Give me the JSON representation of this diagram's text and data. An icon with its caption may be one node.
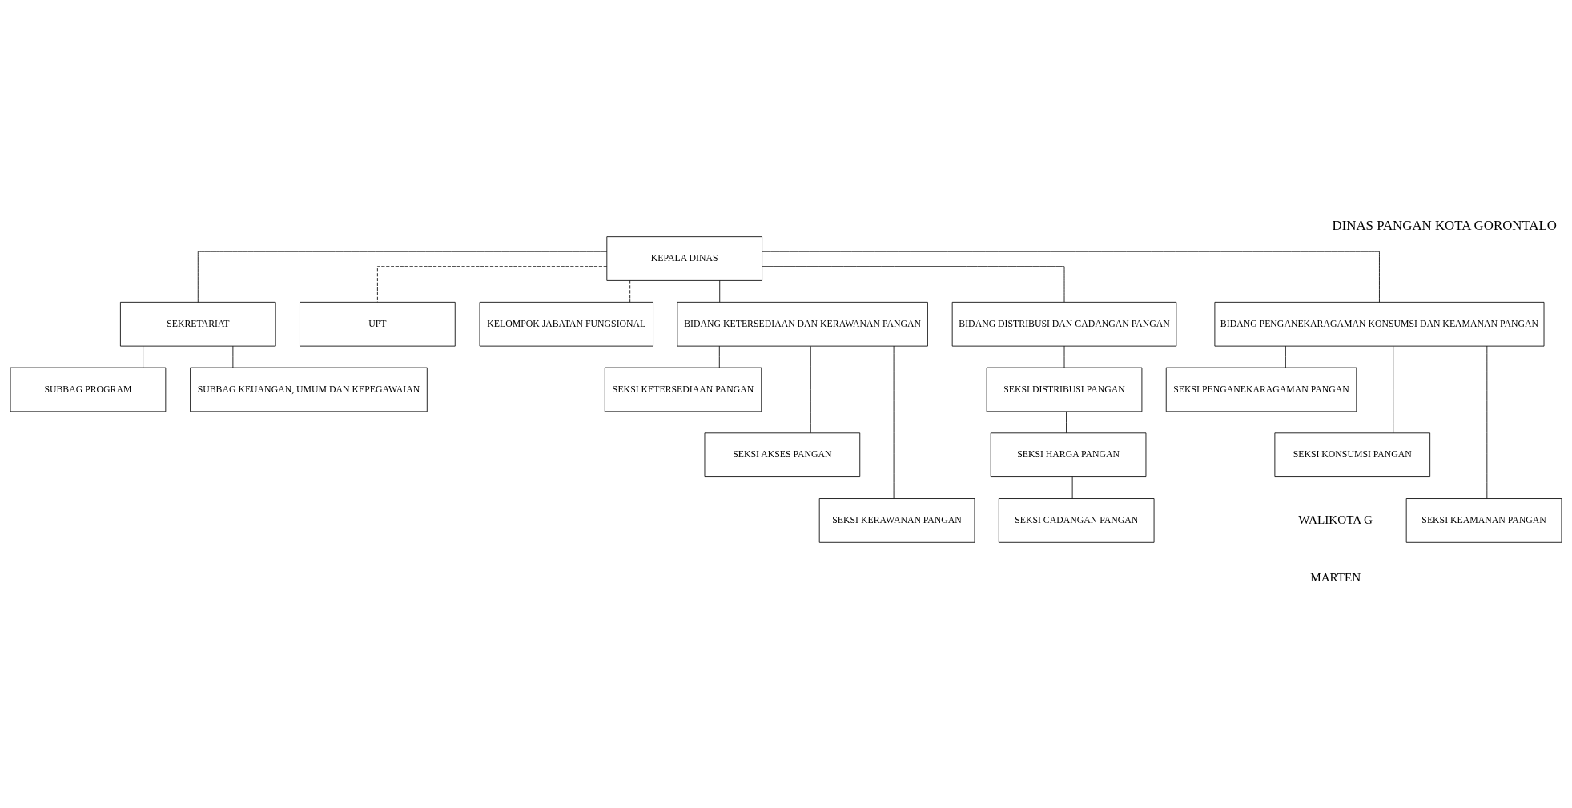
{
  "diagram": {
    "title": "DINAS PANGAN KOTA GORONTALO",
    "nodes": [
      {
        "text": [
          "KEPALA DINAS"
        ]
      },
      {
        "text": [
          "SEKRETARIAT"
        ]
      },
      {
        "text": [
          "UPT"
        ]
      },
      {
        "text": [
          "KELOMPOK JABATAN FUNGSIONAL"
        ]
      },
      {
        "text": [
          "SUBBAG PROGRAM"
        ]
      },
      {
        "text": [
          "SUBBAG KEUANGAN, UMUM DAN KEPEGAWAIAN"
        ]
      },
      {
        "text": [
          "BIDANG KETERSEDIAAN DAN KERAWANAN PANGAN"
        ]
      },
      {
        "text": [
          "BIDANG DISTRIBUSI DAN CADANGAN PANGAN"
        ]
      },
      {
        "text": [
          "BIDANG PENGANEKARAGAMAN KONSUMSI DAN KEAMANAN PANGAN"
        ]
      },
      {
        "text": [
          "SEKSI KETERSEDIAAN PANGAN"
        ]
      },
      {
        "text": [
          "SEKSI DISTRIBUSI PANGAN"
        ]
      },
      {
        "text": [
          "SEKSI PENGANEKARAGAMAN PANGAN"
        ]
      },
      {
        "text": [
          "SEKSI AKSES PANGAN"
        ]
      },
      {
        "text": [
          "SEKSI HARGA PANGAN"
        ]
      },
      {
        "text": [
          "SEKSI KONSUMSI PANGAN"
        ]
      },
      {
        "text": [
          "SEKSI KERAWANAN PANGAN"
        ]
      },
      {
        "text": [
          "SEKSI CADANGAN PANGAN"
        ]
      },
      {
        "text": [
          "SEKSI KEAMANAN PANGAN"
        ]
      }
    ],
    "edges": [
      {
        "from": 0,
        "to": 1,
        "arrow": "none"
      },
      {
        "from": 0,
        "to": 2,
        "arrow": "none",
        "style": "dashed"
      },
      {
        "from": 0,
        "to": 3,
        "arrow": "none",
        "style": "dashed"
      },
      {
        "from": 1,
        "to": 4,
        "arrow": "none"
      },
      {
        "from": 1,
        "to": 5,
        "arrow": "none"
      },
      {
        "from": 0,
        "to": 6,
        "arrow": "none"
      },
      {
        "from": 0,
        "to": 7,
        "arrow": "none"
      },
      {
        "from": 0,
        "to": 8,
        "arrow": "none"
      },
      {
        "from": 6,
        "to": 9,
        "arrow": "none"
      },
      {
        "from": 6,
        "to": 12,
        "arrow": "none"
      },
      {
        "from": 6,
        "to": 15,
        "arrow": "none"
      },
      {
        "from": 7,
        "to": 10,
        "arrow": "none"
      },
      {
        "from": 10,
        "to": 13,
        "arrow": "none"
      },
      {
        "from": 13,
        "to": 16,
        "arrow": "none"
      },
      {
        "from": 8,
        "to": 11,
        "arrow": "none"
      },
      {
        "from": 8,
        "to": 14,
        "arrow": "none"
      },
      {
        "from": 8,
        "to": 17,
        "arrow": "none"
      }
    ],
    "labels": [
      "WALIKOTA G",
      "MARTEN"
    ]
  }
}
